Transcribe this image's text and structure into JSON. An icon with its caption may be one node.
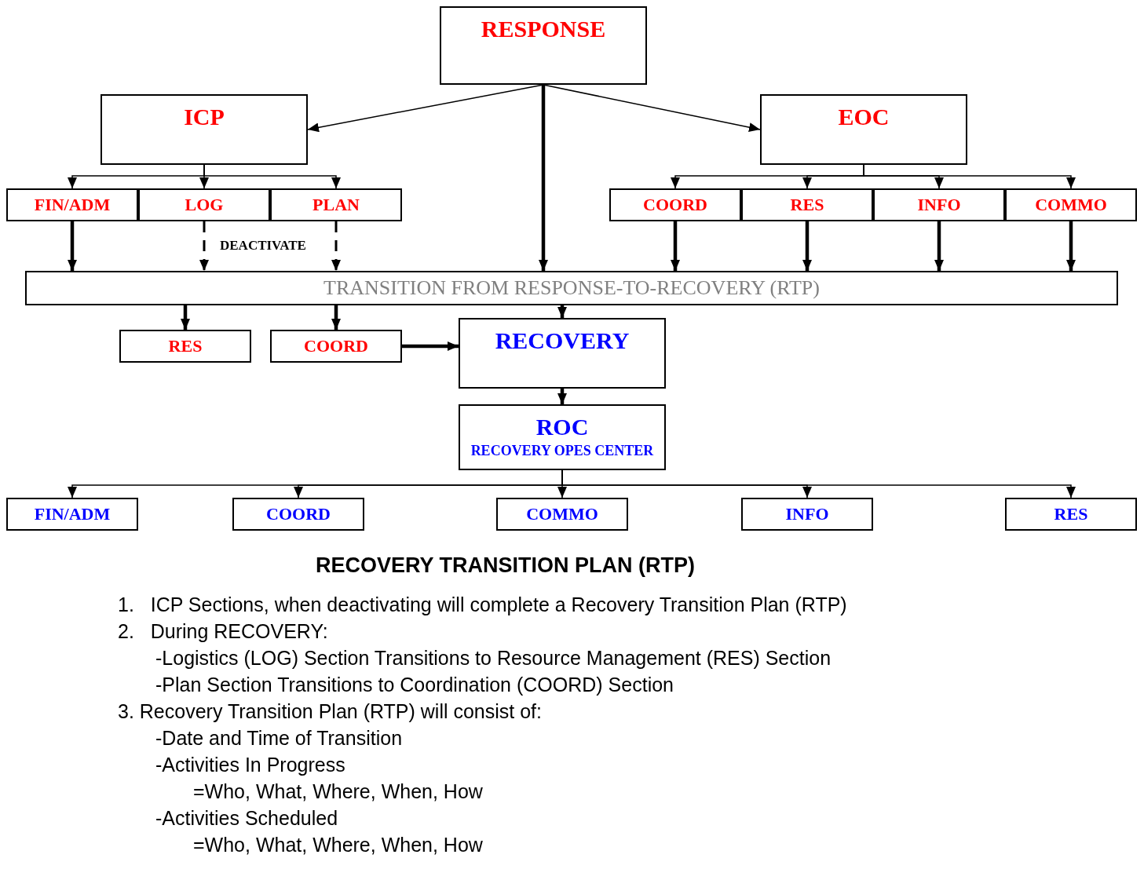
{
  "diagram": {
    "title": "RECOVERY TRANSITION PLAN (RTP)",
    "nodes": [
      {
        "text": [
          "RESPONSE"
        ]
      },
      {
        "text": [
          "ICP"
        ]
      },
      {
        "text": [
          "EOC"
        ]
      },
      {
        "text": [
          "FIN/ADM"
        ]
      },
      {
        "text": [
          "LOG"
        ]
      },
      {
        "text": [
          "PLAN"
        ]
      },
      {
        "text": [
          "COORD"
        ]
      },
      {
        "text": [
          "RES"
        ]
      },
      {
        "text": [
          "INFO"
        ]
      },
      {
        "text": [
          "COMMO"
        ]
      },
      {
        "text": [
          "TRANSITION FROM RESPONSE-TO-RECOVERY (RTP)"
        ]
      },
      {
        "text": [
          "RES"
        ]
      },
      {
        "text": [
          "COORD"
        ]
      },
      {
        "text": [
          "RECOVERY"
        ]
      },
      {
        "text": [
          "ROC",
          "RECOVERY OPES CENTER"
        ]
      },
      {
        "text": [
          "FIN/ADM"
        ]
      },
      {
        "text": [
          "COORD"
        ]
      },
      {
        "text": [
          "COMMO"
        ]
      },
      {
        "text": [
          "INFO"
        ]
      },
      {
        "text": [
          "RES"
        ]
      }
    ],
    "edges": [
      {
        "from": 0,
        "to": 1,
        "arrow": "to"
      },
      {
        "from": 0,
        "to": 2,
        "arrow": "to"
      },
      {
        "from": 0,
        "to": 10,
        "arrow": "to",
        "style": "thick"
      },
      {
        "from": 1,
        "to": 3,
        "arrow": "to"
      },
      {
        "from": 1,
        "to": 4,
        "arrow": "to"
      },
      {
        "from": 1,
        "to": 5,
        "arrow": "to"
      },
      {
        "from": 2,
        "to": 6,
        "arrow": "to"
      },
      {
        "from": 2,
        "to": 7,
        "arrow": "to"
      },
      {
        "from": 2,
        "to": 8,
        "arrow": "to"
      },
      {
        "from": 2,
        "to": 9,
        "arrow": "to"
      },
      {
        "from": 3,
        "to": 10,
        "arrow": "to",
        "style": "thick"
      },
      {
        "from": 4,
        "to": 10,
        "arrow": "to",
        "style": "dashed"
      },
      {
        "from": 5,
        "to": 10,
        "arrow": "to",
        "style": "dashed"
      },
      {
        "from": 6,
        "to": 10,
        "arrow": "to",
        "style": "thick"
      },
      {
        "from": 7,
        "to": 10,
        "arrow": "to",
        "style": "thick"
      },
      {
        "from": 8,
        "to": 10,
        "arrow": "to",
        "style": "thick"
      },
      {
        "from": 9,
        "to": 10,
        "arrow": "to",
        "style": "thick"
      },
      {
        "from": 10,
        "to": 11,
        "arrow": "to",
        "style": "thick"
      },
      {
        "from": 10,
        "to": 12,
        "arrow": "to",
        "style": "thick"
      },
      {
        "from": 10,
        "to": 13,
        "arrow": "to",
        "style": "thick"
      },
      {
        "from": 12,
        "to": 13,
        "arrow": "to",
        "style": "thick"
      },
      {
        "from": 13,
        "to": 14,
        "arrow": "to",
        "style": "thick"
      },
      {
        "from": 14,
        "to": 15,
        "arrow": "to"
      },
      {
        "from": 14,
        "to": 16,
        "arrow": "to"
      },
      {
        "from": 14,
        "to": 17,
        "arrow": "to"
      },
      {
        "from": 14,
        "to": 18,
        "arrow": "to"
      },
      {
        "from": 14,
        "to": 19,
        "arrow": "to"
      }
    ],
    "labels": [
      "DEACTIVATE",
      "1.   ICP Sections, when deactivating will complete a Recovery Transition Plan (RTP)",
      "2.   During RECOVERY:",
      "-Logistics (LOG) Section Transitions to Resource Management (RES) Section",
      "-Plan Section Transitions to Coordination (COORD) Section",
      "3. Recovery Transition Plan (RTP) will consist of:",
      "-Date and Time of Transition",
      "-Activities In Progress",
      "=Who, What, Where, When, How",
      "-Activities Scheduled",
      "=Who, What, Where, When, How"
    ]
  }
}
